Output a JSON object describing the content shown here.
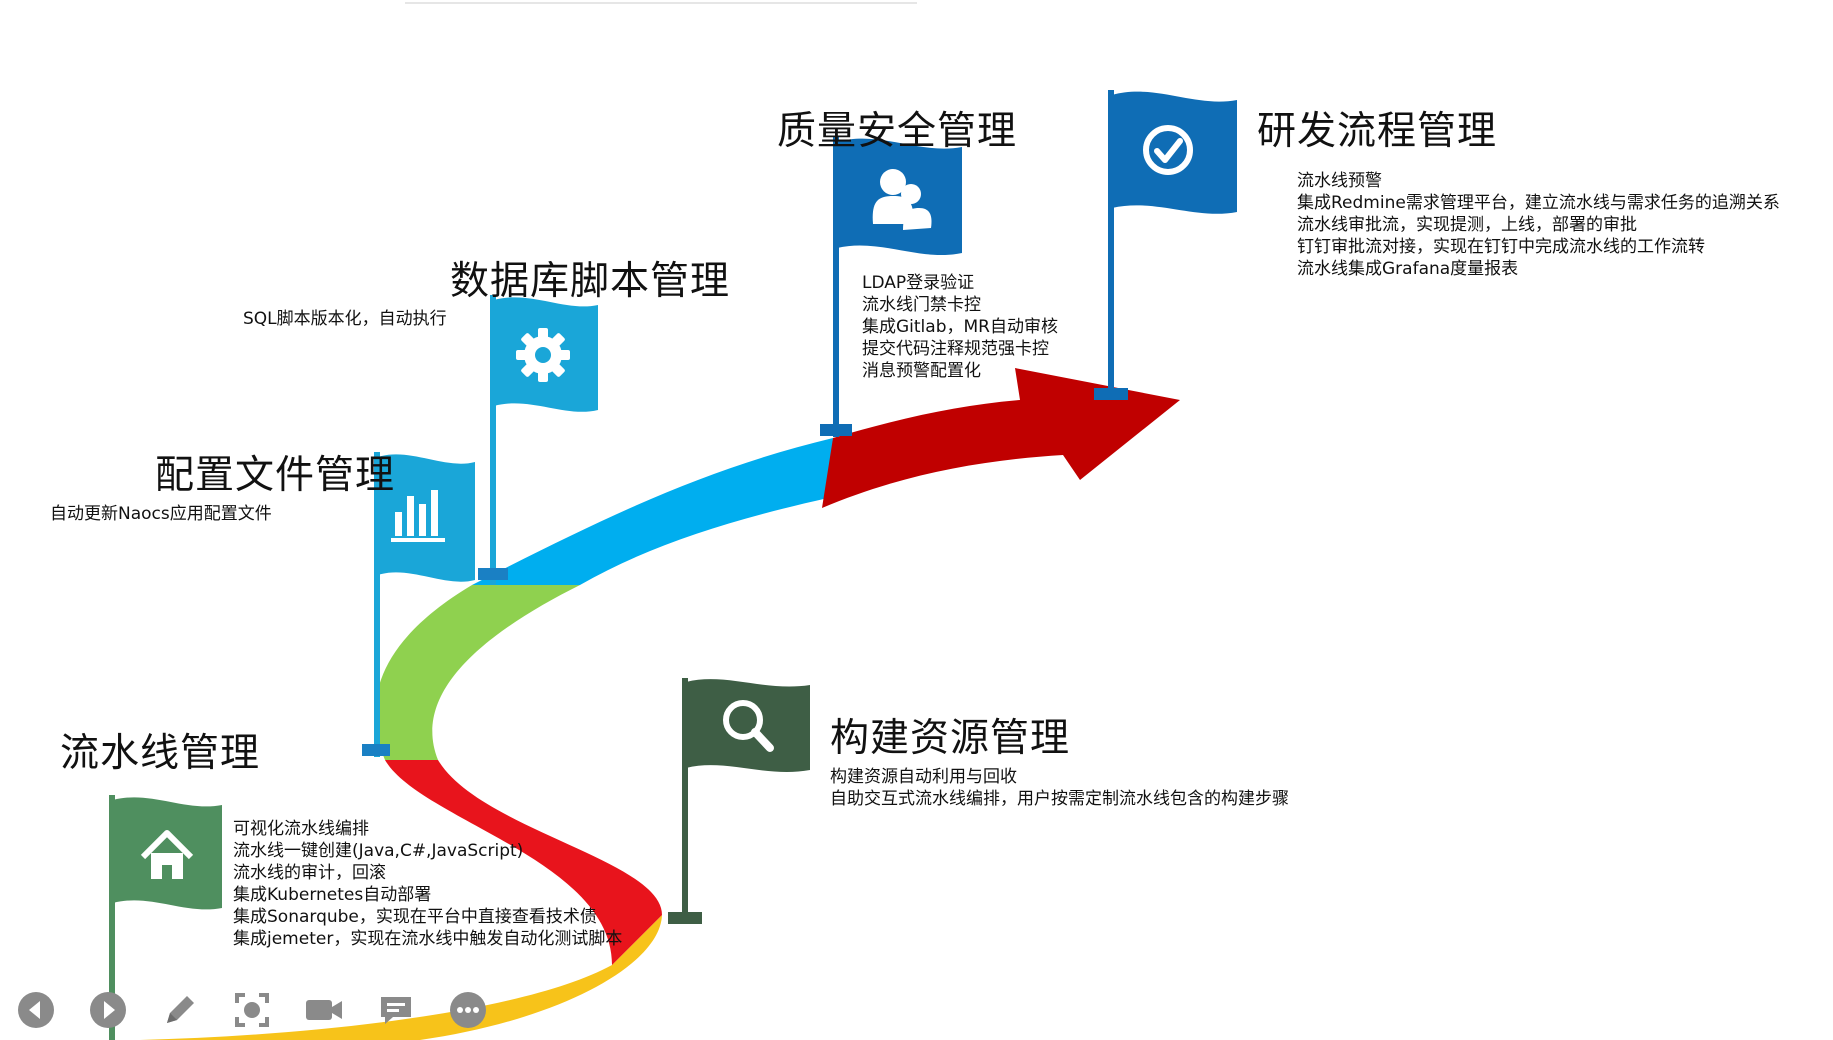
{
  "stages": [
    {
      "id": "pipeline",
      "title": "流水线管理",
      "items": [
        "可视化流水线编排",
        "流水线一键创建(Java,C#,JavaScript)",
        "流水线的审计，回滚",
        "集成Kubernetes自动部署",
        "集成Sonarqube，实现在平台中直接查看技术债",
        "集成jemeter，实现在流水线中触发自动化测试脚本"
      ],
      "flag_color": "#4f8f5f",
      "icon": "home-icon"
    },
    {
      "id": "build",
      "title": "构建资源管理",
      "items": [
        "构建资源自动利用与回收",
        "自助交互式流水线编排，用户按需定制流水线包含的构建步骤"
      ],
      "flag_color": "#3e5e45",
      "icon": "magnifier-icon"
    },
    {
      "id": "config",
      "title": "配置文件管理",
      "items": [
        "自动更新Naocs应用配置文件"
      ],
      "flag_color": "#1aa6d8",
      "icon": "bar-chart-icon"
    },
    {
      "id": "database",
      "title": "数据库脚本管理",
      "items": [
        "SQL脚本版本化，自动执行"
      ],
      "flag_color": "#1aa6d8",
      "icon": "gear-icon"
    },
    {
      "id": "quality",
      "title": "质量安全管理",
      "items": [
        "LDAP登录验证",
        "流水线门禁卡控",
        "集成Gitlab，MR自动审核",
        "提交代码注释规范强卡控",
        "消息预警配置化"
      ],
      "flag_color": "#0f6db5",
      "icon": "users-icon"
    },
    {
      "id": "process",
      "title": "研发流程管理",
      "items": [
        "流水线预警",
        "集成Redmine需求管理平台，建立流水线与需求任务的追溯关系",
        "流水线审批流，实现提测，上线，部署的审批",
        "钉钉审批流对接，实现在钉钉中完成流水线的工作流转",
        "流水线集成Grafana度量报表"
      ],
      "flag_color": "#0f6db5",
      "icon": "checkmark-icon"
    }
  ],
  "road_colors": {
    "yellow": "#f7c31a",
    "red": "#e8141c",
    "green": "#8fd14f",
    "blue": "#00aeef",
    "arrow": "#c00000"
  },
  "toolbar": [
    {
      "name": "previous-button",
      "icon": "arrow-left-icon"
    },
    {
      "name": "next-button",
      "icon": "arrow-right-icon"
    },
    {
      "name": "pen-button",
      "icon": "pen-icon"
    },
    {
      "name": "screenshot-button",
      "icon": "focus-icon"
    },
    {
      "name": "video-button",
      "icon": "camera-icon"
    },
    {
      "name": "comment-button",
      "icon": "comment-icon"
    },
    {
      "name": "more-button",
      "icon": "more-icon"
    }
  ]
}
